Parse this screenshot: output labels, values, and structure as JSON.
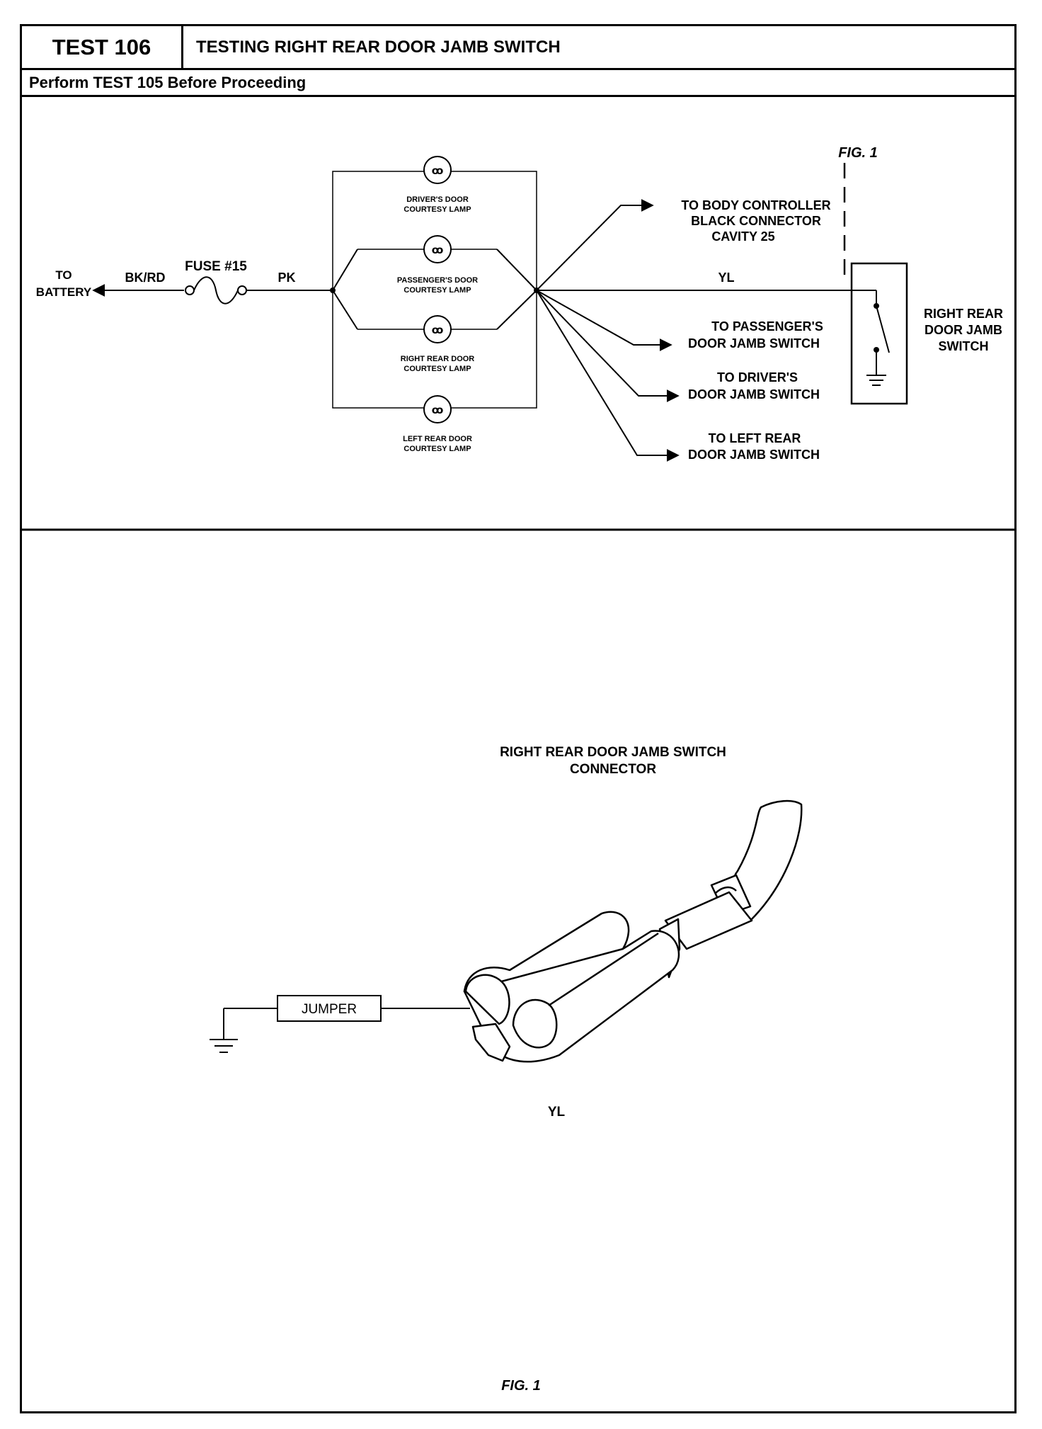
{
  "header": {
    "test_id": "TEST 106",
    "title": "TESTING RIGHT REAR DOOR JAMB SWITCH",
    "prerequisite": "Perform TEST 105 Before Proceeding"
  },
  "schematic": {
    "fig_label": "FIG. 1",
    "battery_label": [
      "TO",
      "BATTERY"
    ],
    "wire_battery": "BK/RD",
    "fuse_label": "FUSE #15",
    "wire_feed": "PK",
    "lamps": [
      [
        "DRIVER'S DOOR",
        "COURTESY LAMP"
      ],
      [
        "PASSENGER'S DOOR",
        "COURTESY LAMP"
      ],
      [
        "RIGHT REAR DOOR",
        "COURTESY LAMP"
      ],
      [
        "LEFT REAR DOOR",
        "COURTESY LAMP"
      ]
    ],
    "body_controller": [
      "TO BODY CONTROLLER",
      "BLACK CONNECTOR",
      "CAVITY 25"
    ],
    "wire_switch": "YL",
    "destinations": [
      [
        "TO PASSENGER'S",
        "DOOR JAMB SWITCH"
      ],
      [
        "TO DRIVER'S",
        "DOOR JAMB SWITCH"
      ],
      [
        "TO LEFT REAR",
        "DOOR JAMB SWITCH"
      ]
    ],
    "switch_label": [
      "RIGHT REAR",
      "DOOR JAMB",
      "SWITCH"
    ]
  },
  "connector_view": {
    "title": [
      "RIGHT REAR DOOR JAMB SWITCH",
      "CONNECTOR"
    ],
    "jumper_label": "JUMPER",
    "wire_label": "YL",
    "fig_label": "FIG. 1"
  }
}
